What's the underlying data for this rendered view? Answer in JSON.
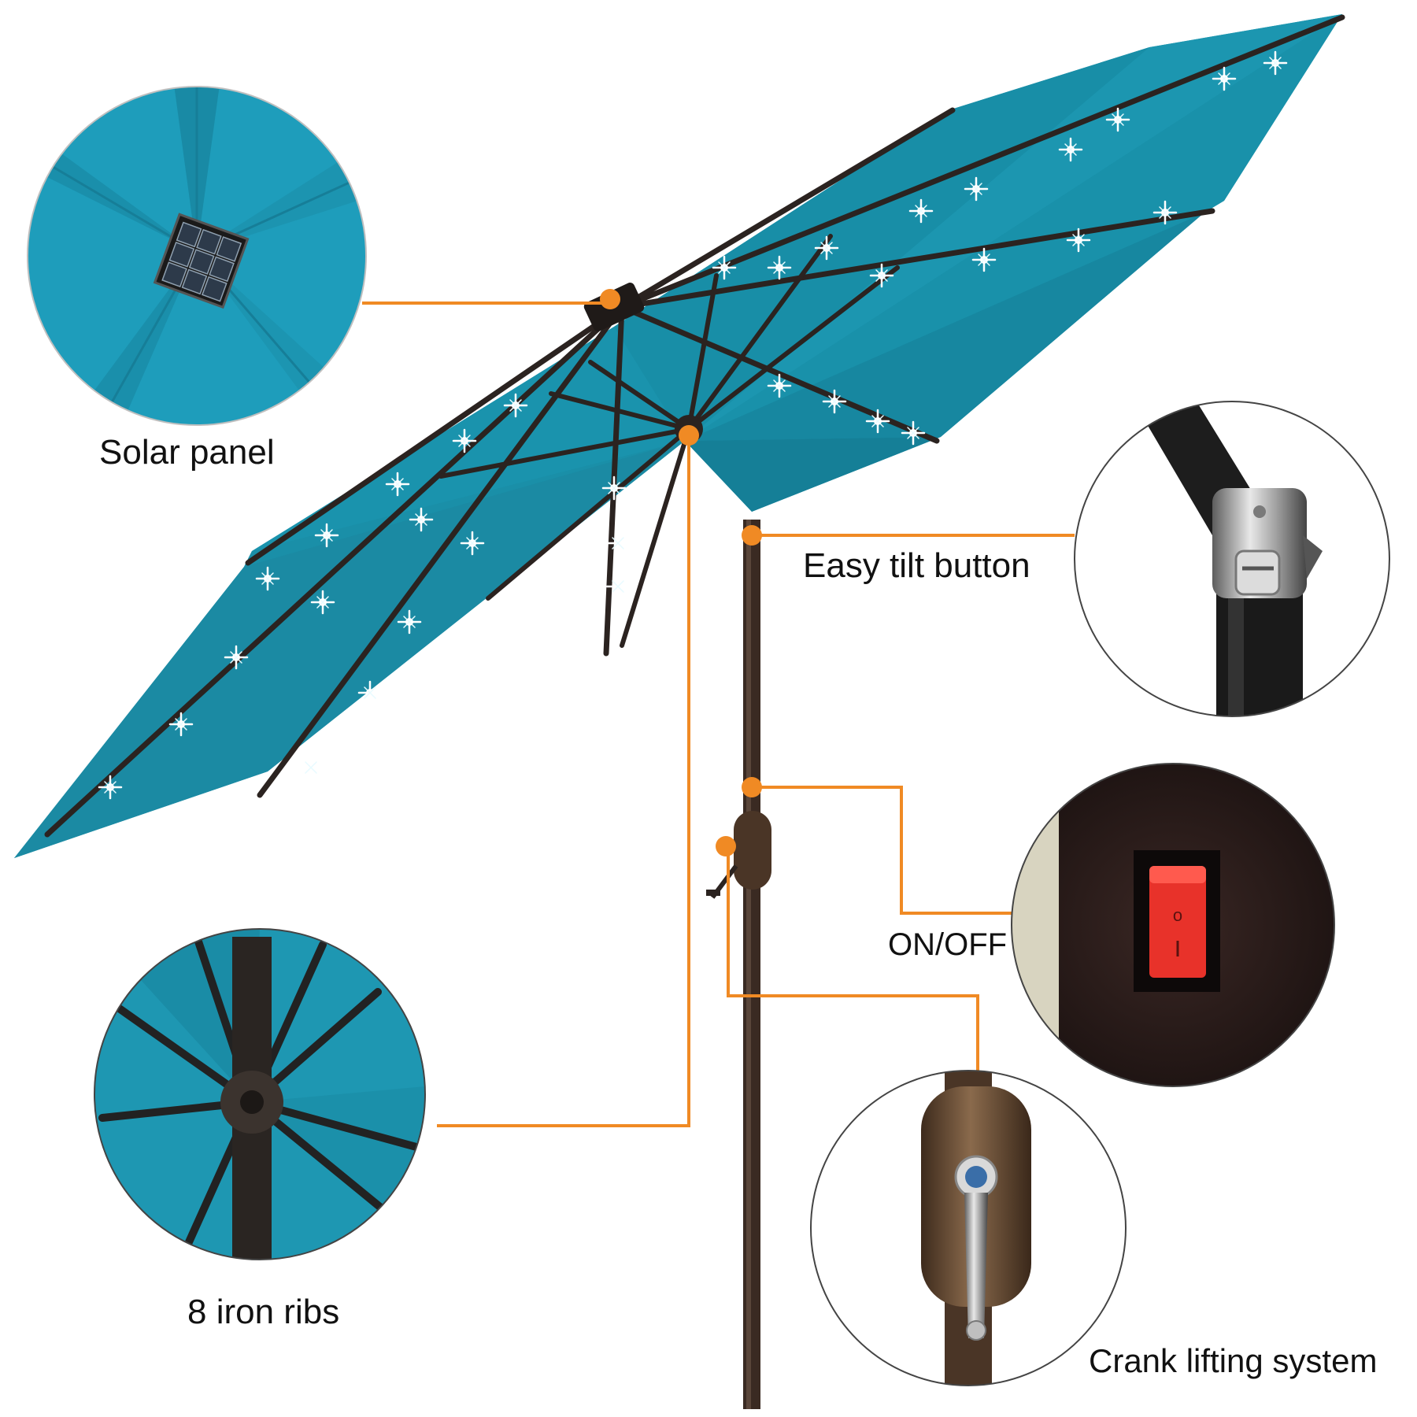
{
  "colors": {
    "canopy": "#1a8fa8",
    "canopy_dark": "#117690",
    "canopy_light": "#2aa7c2",
    "frame": "#2b2320",
    "pole": "#3a2a22",
    "callout": "#f08a24",
    "led": "#ffffff",
    "switch_red": "#e8322a"
  },
  "callouts": {
    "solar_panel": {
      "label": "Solar panel",
      "icon": "solar-panel-icon"
    },
    "tilt_button": {
      "label": "Easy tilt button",
      "icon": "tilt-button-icon"
    },
    "on_off": {
      "label": "ON/OFF",
      "icon": "power-switch-icon"
    },
    "ribs": {
      "label": "8 iron ribs",
      "icon": "ribs-icon"
    },
    "crank": {
      "label": "Crank lifting system",
      "icon": "crank-handle-icon"
    }
  }
}
